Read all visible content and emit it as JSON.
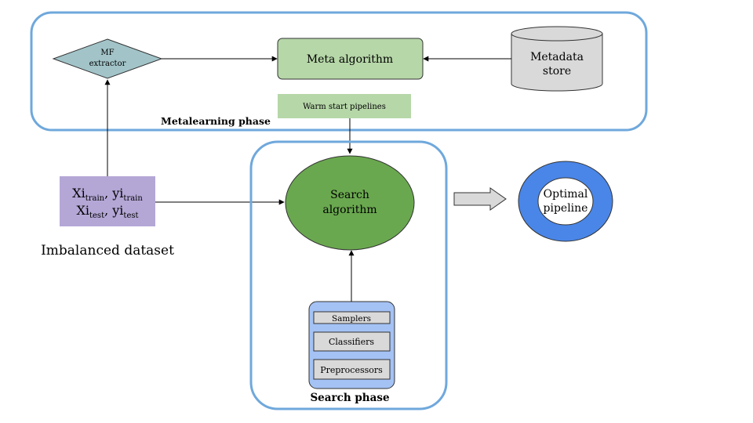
{
  "colors": {
    "phase_border": "#6fa8dc",
    "meta_algo_fill": "#b6d7a8",
    "warm_start_fill": "#b6d7a8",
    "mf_extractor_fill": "#a2c4c9",
    "metadata_store_fill": "#d9d9d9",
    "dataset_fill": "#b4a7d6",
    "search_algo_fill": "#6aa84f",
    "components_fill": "#a4c2f4",
    "component_item_fill": "#d9d9d9",
    "optimal_ring": "#4a86e8",
    "arrow": "#000000",
    "block_arrow_fill": "#d9d9d9"
  },
  "metalearning": {
    "phase_label": "Metalearning phase",
    "mf_extractor": {
      "line1": "MF",
      "line2": "extractor"
    },
    "meta_algorithm": "Meta algorithm",
    "metadata_store": {
      "line1": "Metadata",
      "line2": "store"
    },
    "warm_start": "Warm start pipelines"
  },
  "dataset": {
    "row1": {
      "x": "Xi",
      "x_sub": "train",
      "sep": ", ",
      "y": "yi",
      "y_sub": "train"
    },
    "row2": {
      "x": "Xi",
      "x_sub": "test",
      "sep": ", ",
      "y": "yi",
      "y_sub": "test"
    },
    "caption": "Imbalanced dataset"
  },
  "search": {
    "phase_label": "Search phase",
    "algorithm": {
      "line1": "Search",
      "line2": "algorithm"
    },
    "components": [
      "Samplers",
      "Classifiers",
      "Preprocessors"
    ]
  },
  "output": {
    "optimal": {
      "line1": "Optimal",
      "line2": "pipeline"
    }
  }
}
